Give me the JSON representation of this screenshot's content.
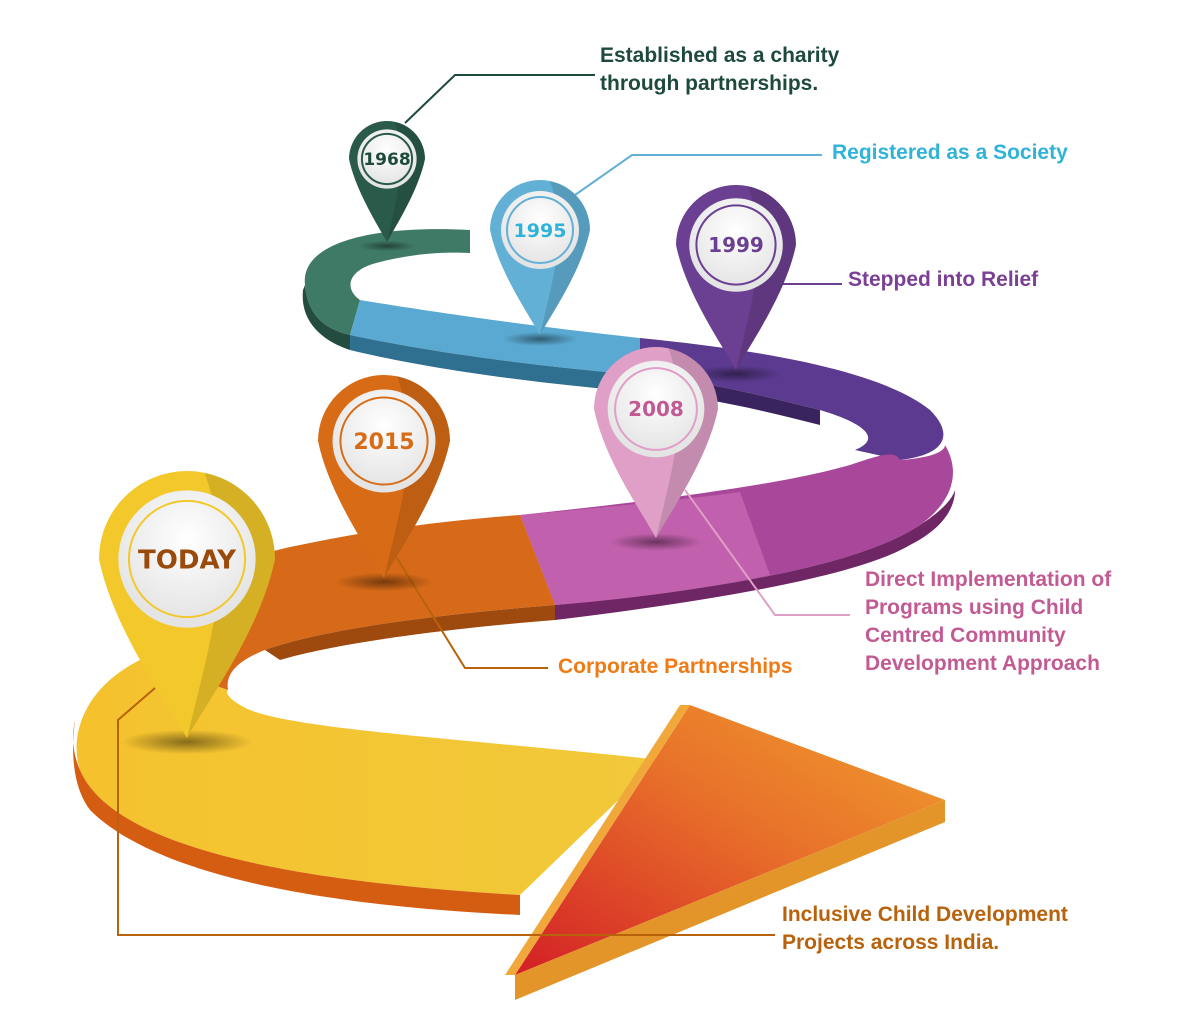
{
  "colors": {
    "dark_green": "#2a5a4a",
    "blue": "#62b0d6",
    "purple": "#6b3f91",
    "pink": "#df9fc6",
    "orange": "#d86c16",
    "yellow": "#f3c82a",
    "label_green": "#1e4a3c",
    "label_blue": "#2fb3d8",
    "label_purple": "#7b3f96",
    "label_pink": "#c25a93",
    "label_orange": "#f07a14",
    "label_brown": "#b8620c"
  },
  "milestones": [
    {
      "year": "1968",
      "lines": [
        "Established as a charity",
        "through partnerships."
      ]
    },
    {
      "year": "1995",
      "lines": [
        "Registered as a Society"
      ]
    },
    {
      "year": "1999",
      "lines": [
        "Stepped into Relief"
      ]
    },
    {
      "year": "2008",
      "lines": [
        "Direct Implementation of",
        "Programs using Child",
        "Centred Community",
        "Development Approach"
      ]
    },
    {
      "year": "2015",
      "lines": [
        "Corporate Partnerships"
      ]
    },
    {
      "year": "TODAY",
      "lines": [
        "Inclusive Child Development",
        "Projects across India."
      ]
    }
  ]
}
